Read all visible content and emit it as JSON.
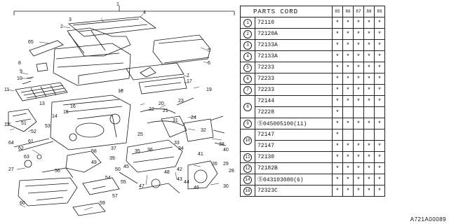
{
  "diagram": {
    "callouts": [
      "1",
      "2",
      "3",
      "4",
      "5",
      "6",
      "7",
      "8",
      "9",
      "10",
      "11",
      "12",
      "13",
      "14",
      "15",
      "16",
      "17",
      "18",
      "19",
      "20",
      "21",
      "22",
      "23",
      "24",
      "25",
      "26",
      "27",
      "28",
      "29",
      "30",
      "31",
      "32",
      "33",
      "34",
      "35",
      "36",
      "37",
      "38",
      "39",
      "40",
      "41",
      "42",
      "43",
      "44",
      "45",
      "46",
      "47",
      "48",
      "49",
      "50",
      "51",
      "52",
      "53",
      "54",
      "55",
      "56",
      "57",
      "58",
      "59",
      "60",
      "61",
      "62",
      "63",
      "64",
      "65"
    ]
  },
  "table": {
    "title": "PARTS CORD",
    "year_headers": [
      "85",
      "86",
      "87",
      "88",
      "89"
    ],
    "rows": [
      {
        "ref": "1",
        "part": "72110",
        "marks": [
          "*",
          "*",
          "*",
          "*",
          "*"
        ]
      },
      {
        "ref": "2",
        "part": "72120A",
        "marks": [
          "*",
          "*",
          "*",
          "*",
          "*"
        ]
      },
      {
        "ref": "3",
        "part": "72133A",
        "marks": [
          "*",
          "*",
          "*",
          "*",
          "*"
        ]
      },
      {
        "ref": "4",
        "part": "72133A",
        "marks": [
          "*",
          "*",
          "*",
          "*",
          "*"
        ]
      },
      {
        "ref": "5",
        "part": "72233",
        "marks": [
          "*",
          "*",
          "*",
          "*",
          "*"
        ]
      },
      {
        "ref": "6",
        "part": "72233",
        "marks": [
          "*",
          "*",
          "*",
          "*",
          "*"
        ]
      },
      {
        "ref": "7",
        "part": "72233",
        "marks": [
          "*",
          "*",
          "*",
          "*",
          "*"
        ]
      },
      {
        "ref": "8",
        "part": "72144",
        "marks": [
          "*",
          "*",
          "*",
          "*",
          "*"
        ]
      },
      {
        "ref": "",
        "part": "72228",
        "marks": [
          "*",
          "",
          "",
          "",
          ""
        ]
      },
      {
        "ref": "9",
        "part": "Ⓢ045005100(11)",
        "marks": [
          "*",
          "*",
          "*",
          "*",
          "*"
        ]
      },
      {
        "ref": "10",
        "part": "72147",
        "marks": [
          "*",
          "",
          "",
          "",
          ""
        ]
      },
      {
        "ref": "",
        "part": "72147",
        "marks": [
          "*",
          "*",
          "*",
          "*",
          "*"
        ]
      },
      {
        "ref": "11",
        "part": "72130",
        "marks": [
          "*",
          "*",
          "*",
          "*",
          "*"
        ]
      },
      {
        "ref": "12",
        "part": "72182B",
        "marks": [
          "*",
          "*",
          "*",
          "*",
          "*"
        ]
      },
      {
        "ref": "14",
        "part": "Ⓢ043103080(6)",
        "marks": [
          "*",
          "*",
          "*",
          "*",
          "*"
        ]
      },
      {
        "ref": "16",
        "part": "72323C",
        "marks": [
          "*",
          "*",
          "*",
          "*",
          "*"
        ]
      }
    ]
  },
  "footer": {
    "code": "A721A00089"
  }
}
